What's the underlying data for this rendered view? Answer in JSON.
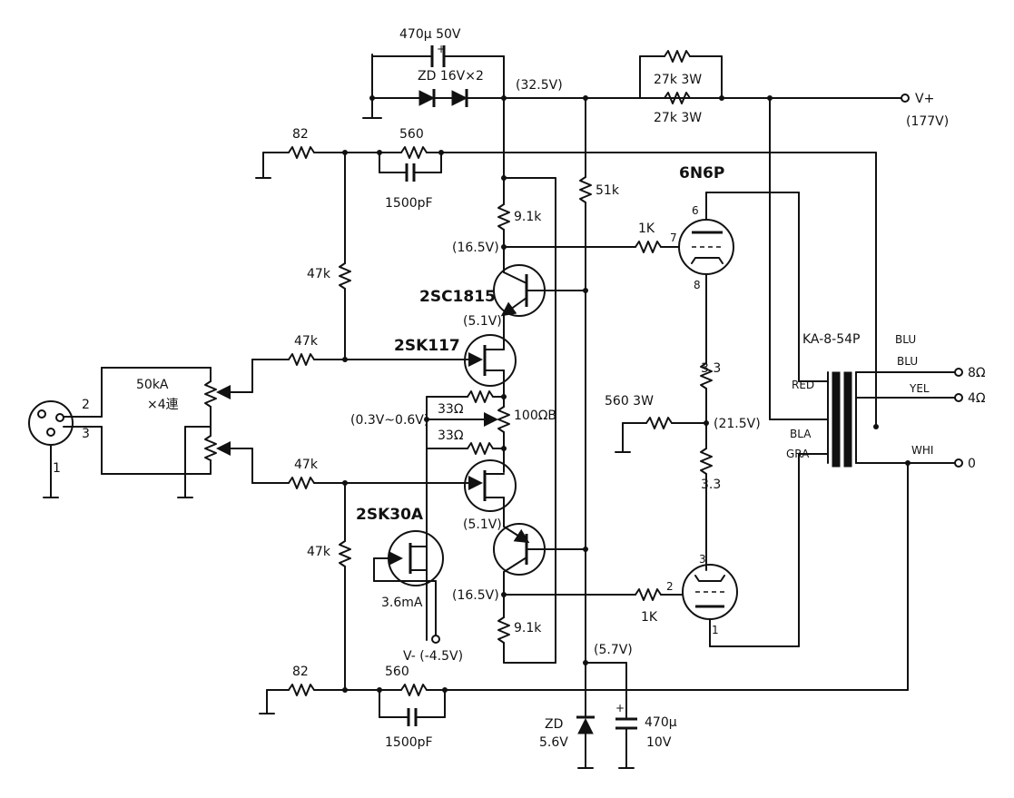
{
  "labels": {
    "c_top": "470μ 50V",
    "zd_top": "ZD 16V×2",
    "v_32": "(32.5V)",
    "r_27k_a": "27k 3W",
    "r_27k_b": "27k 3W",
    "vplus": "V+",
    "v177": "(177V)",
    "r82_top": "82",
    "r560_top": "560",
    "c1500_top": "1500pF",
    "r91_top": "9.1k",
    "r51k": "51k",
    "tube_name": "6N6P",
    "v165_top": "(16.5V)",
    "r1k_top": "1K",
    "pin7": "7",
    "pin6": "6",
    "pin8": "8",
    "r47k_v1": "47k",
    "q_2sc1815": "2SC1815",
    "v51_top": "(5.1V)",
    "q_2sk117": "2SK117",
    "r47k_h1": "47k",
    "pot_50k": "50kA",
    "pot_x4": "×4連",
    "r33_a": "33Ω",
    "r100b": "100ΩB",
    "v03": "(0.3V~0.6V)",
    "r33_b": "33Ω",
    "r47k_h2": "47k",
    "q_2sk30a": "2SK30A",
    "r47k_v2": "47k",
    "v51_bot": "(5.1V)",
    "i_36ma": "3.6mA",
    "v165_bot": "(16.5V)",
    "r91_bot": "9.1k",
    "vminus": "V- (-4.5V)",
    "r33_c": "3.3",
    "r560_3w": "560 3W",
    "v215": "(21.5V)",
    "r33_d": "3.3",
    "pin3": "3",
    "pin2": "2",
    "pin1": "1",
    "r1k_bot": "1K",
    "v57": "(5.7V)",
    "zd_bot": "ZD",
    "zd_bot_v": "5.6V",
    "c470_bot": "470μ",
    "c470_bot_v": "10V",
    "r82_bot": "82",
    "r560_bot": "560",
    "c1500_bot": "1500pF",
    "xlr_2": "2",
    "xlr_3": "3",
    "xlr_1": "1",
    "xfmr": "KA-8-54P",
    "blu1": "BLU",
    "blu2": "BLU",
    "red": "RED",
    "yel": "YEL",
    "bla": "BLA",
    "gra": "GRA",
    "whi": "WHI",
    "out8": "8Ω",
    "out4": "4Ω",
    "out0": "0",
    "cap_plus_top": "+",
    "cap_plus_bot": "+"
  }
}
